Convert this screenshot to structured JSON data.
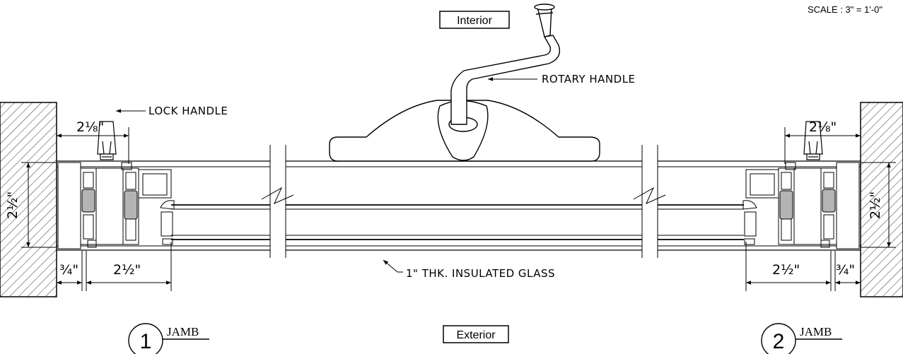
{
  "scale_note": "SCALE : 3\" = 1'-0\"",
  "labels": {
    "interior": "Interior",
    "exterior": "Exterior",
    "rotary_handle": "ROTARY HANDLE",
    "lock_handle": "LOCK HANDLE",
    "glass": "1\" THK. INSULATED GLASS"
  },
  "dimensions": {
    "lock_left": "2⅛\"",
    "lock_right": "2⅛\"",
    "height_left": "2½\"",
    "height_right": "2½\"",
    "frame_left": "2½\"",
    "frame_right": "2½\"",
    "gap_left": "¾\"",
    "gap_right": "¾\""
  },
  "details": [
    {
      "number": "1",
      "title": "JAMB"
    },
    {
      "number": "2",
      "title": "JAMB"
    }
  ],
  "colors": {
    "line": "#000000",
    "thermal_break": "#b4b4b4",
    "background": "#ffffff"
  }
}
